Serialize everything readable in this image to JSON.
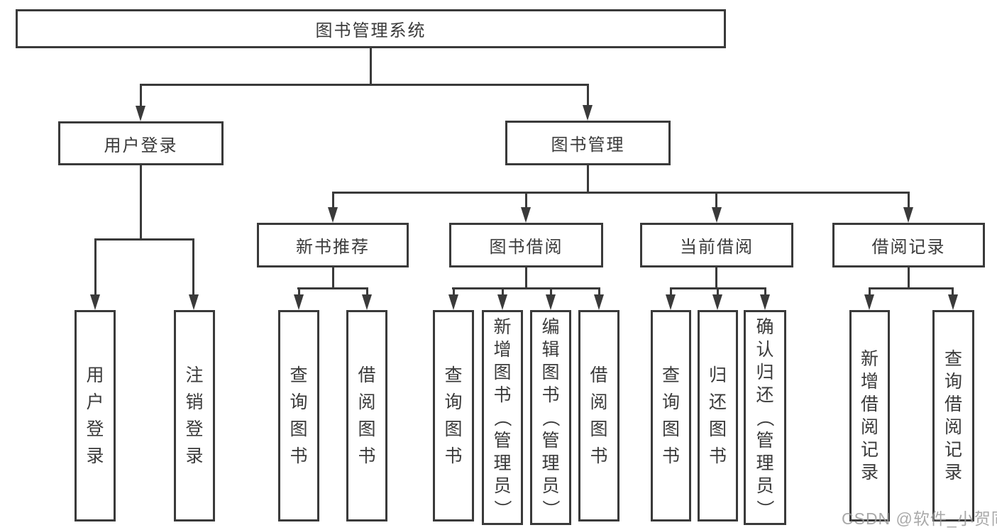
{
  "tree": {
    "root": "图书管理系统",
    "branches": [
      {
        "label": "用户登录",
        "children": [
          "用户登录",
          "注销登录"
        ]
      },
      {
        "label": "图书管理",
        "children": [
          {
            "label": "新书推荐",
            "children": [
              "查询图书",
              "借阅图书"
            ]
          },
          {
            "label": "图书借阅",
            "children": [
              "查询图书",
              "新增图书（管理员）",
              "编辑图书（管理员）",
              "借阅图书"
            ]
          },
          {
            "label": "当前借阅",
            "children": [
              "查询图书",
              "归还图书",
              "确认归还（管理员）"
            ]
          },
          {
            "label": "借阅记录",
            "children": [
              "新增借阅记录",
              "查询借阅记录"
            ]
          }
        ]
      }
    ]
  },
  "watermark": "CSDN @软件_小贺同学",
  "colors": {
    "line": "#3a3a3a",
    "text": "#3a3a3a",
    "watermark": "#9b9b9b",
    "background": "#ffffff"
  }
}
